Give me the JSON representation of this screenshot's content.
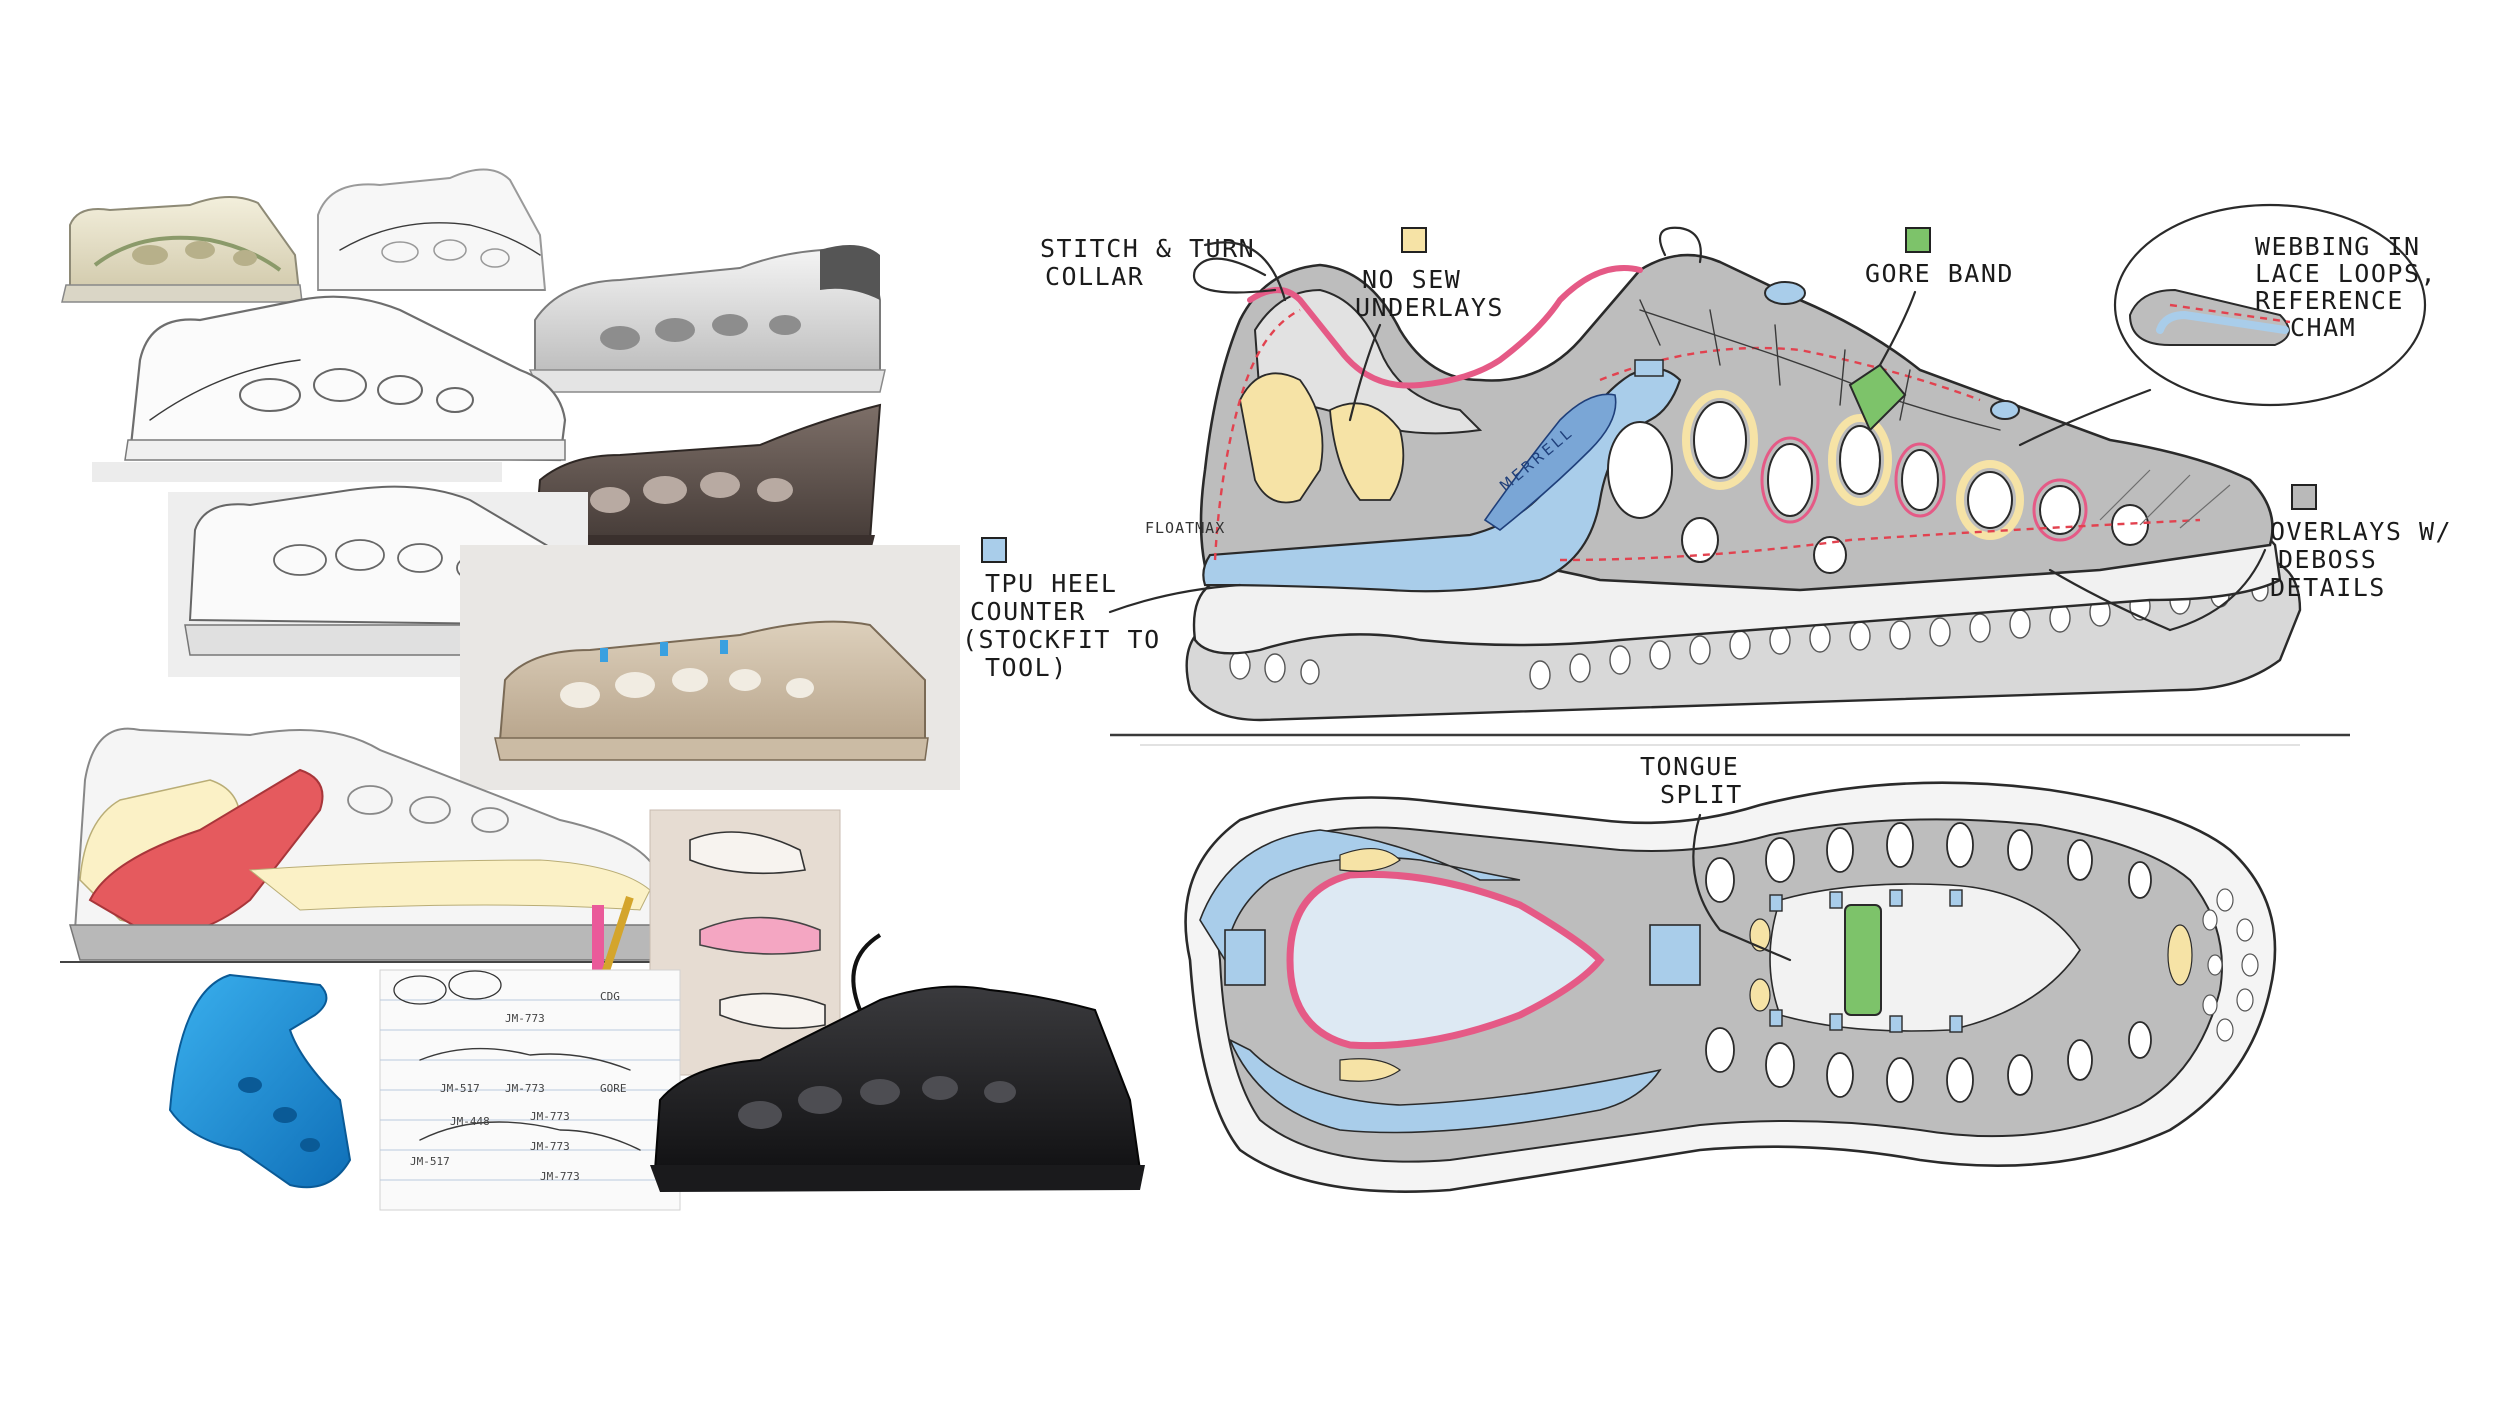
{
  "callouts": {
    "stitch_collar": [
      "STITCH & TURN",
      "COLLAR"
    ],
    "no_sew": [
      "NO SEW",
      "UNDERLAYS"
    ],
    "gore_band": "GORE BAND",
    "webbing": [
      "WEBBING IN",
      "LACE LOOPS,",
      "REFERENCE",
      "CHAM"
    ],
    "floatmax": "FLOATMAX",
    "tpu_heel": [
      "TPU HEEL",
      "COUNTER",
      "(STOCKFIT TO",
      "TOOL)"
    ],
    "overlays": [
      "OVERLAYS W/",
      "DEBOSS",
      "DETAILS"
    ],
    "tongue_split": [
      "TONGUE",
      "SPLIT"
    ]
  },
  "brand_mark": "MERRELL",
  "swatch_colors": {
    "no_sew": "#f6e3a6",
    "gore_band": "#7dc36a",
    "tpu_heel": "#a9cdea",
    "overlays": "#b9b9b9"
  },
  "notebook_notes": [
    "JM-773",
    "JM-517",
    "JM-773",
    "CDG",
    "GORE",
    "JM-773",
    "JM-517",
    "JM-773",
    "JM-448",
    "JM-773"
  ]
}
